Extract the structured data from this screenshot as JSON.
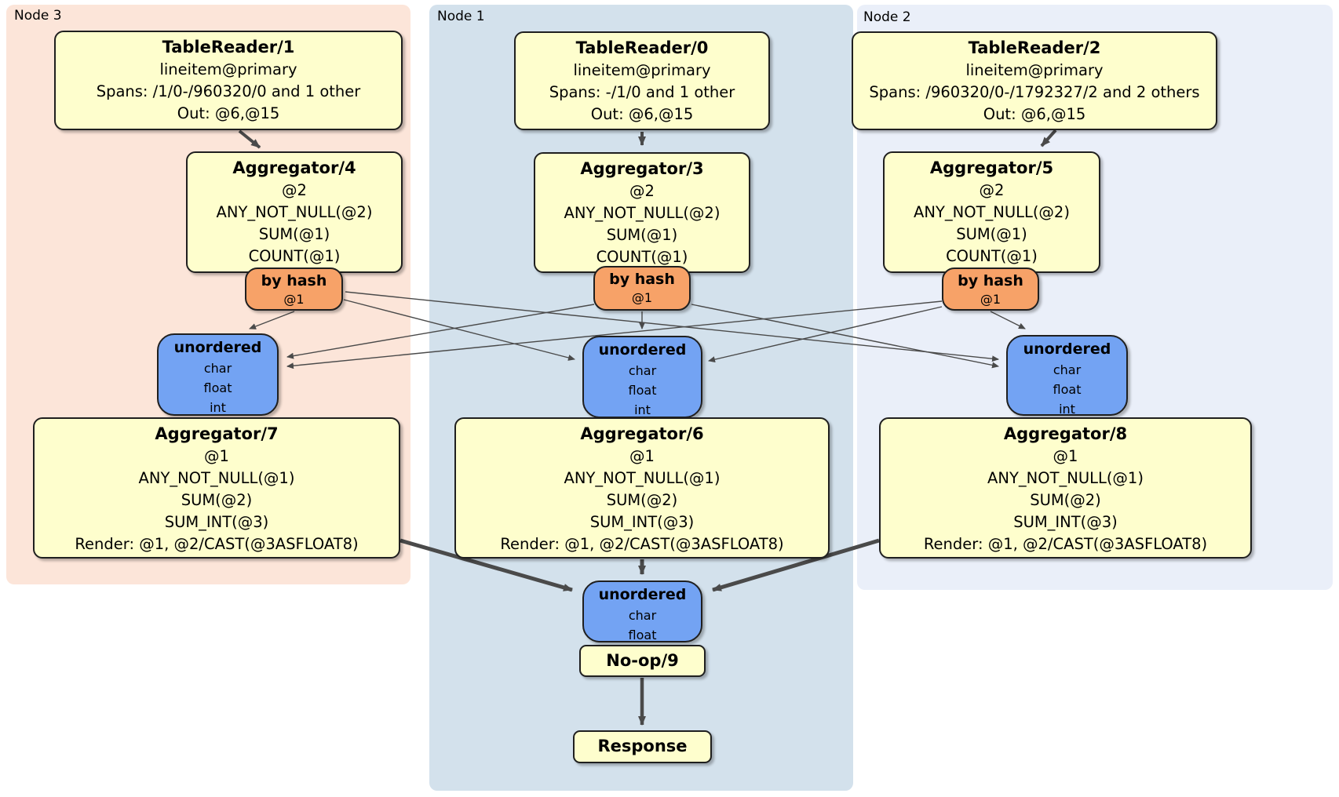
{
  "regions": {
    "node3": {
      "label": "Node 3"
    },
    "node1": {
      "label": "Node 1"
    },
    "node2": {
      "label": "Node 2"
    }
  },
  "processors": {
    "tablereader1": {
      "title": "TableReader/1",
      "rows": [
        "lineitem@primary",
        "Spans: /1/0-/960320/0 and 1 other",
        "Out: @6,@15"
      ]
    },
    "tablereader0": {
      "title": "TableReader/0",
      "rows": [
        "lineitem@primary",
        "Spans: -/1/0 and 1 other",
        "Out: @6,@15"
      ]
    },
    "tablereader2": {
      "title": "TableReader/2",
      "rows": [
        "lineitem@primary",
        "Spans: /960320/0-/1792327/2 and 2 others",
        "Out: @6,@15"
      ]
    },
    "aggregator4": {
      "title": "Aggregator/4",
      "rows": [
        "@2",
        "ANY_NOT_NULL(@2)",
        "SUM(@1)",
        "COUNT(@1)"
      ]
    },
    "aggregator3": {
      "title": "Aggregator/3",
      "rows": [
        "@2",
        "ANY_NOT_NULL(@2)",
        "SUM(@1)",
        "COUNT(@1)"
      ]
    },
    "aggregator5": {
      "title": "Aggregator/5",
      "rows": [
        "@2",
        "ANY_NOT_NULL(@2)",
        "SUM(@1)",
        "COUNT(@1)"
      ]
    },
    "aggregator7": {
      "title": "Aggregator/7",
      "rows": [
        "@1",
        "ANY_NOT_NULL(@1)",
        "SUM(@2)",
        "SUM_INT(@3)",
        "Render: @1, @2/CAST(@3ASFLOAT8)"
      ]
    },
    "aggregator6": {
      "title": "Aggregator/6",
      "rows": [
        "@1",
        "ANY_NOT_NULL(@1)",
        "SUM(@2)",
        "SUM_INT(@3)",
        "Render: @1, @2/CAST(@3ASFLOAT8)"
      ]
    },
    "aggregator8": {
      "title": "Aggregator/8",
      "rows": [
        "@1",
        "ANY_NOT_NULL(@1)",
        "SUM(@2)",
        "SUM_INT(@3)",
        "Render: @1, @2/CAST(@3ASFLOAT8)"
      ]
    },
    "noop9": {
      "title": "No-op/9"
    },
    "response": {
      "title": "Response"
    }
  },
  "routers": {
    "hash_node3": {
      "title": "by hash",
      "detail": "@1"
    },
    "hash_node1": {
      "title": "by hash",
      "detail": "@1"
    },
    "hash_node2": {
      "title": "by hash",
      "detail": "@1"
    }
  },
  "synchronizers": {
    "unordered_node3": {
      "title": "unordered",
      "rows": [
        "char",
        "float",
        "int"
      ]
    },
    "unordered_node1": {
      "title": "unordered",
      "rows": [
        "char",
        "float",
        "int"
      ]
    },
    "unordered_node2": {
      "title": "unordered",
      "rows": [
        "char",
        "float",
        "int"
      ]
    },
    "unordered_final": {
      "title": "unordered",
      "rows": [
        "char",
        "float"
      ]
    }
  },
  "colors": {
    "processor_fill": "#fefecd",
    "router_fill": "#f7a268",
    "synchronizer_fill": "#73a3f3",
    "node3_region_fill": "#fce5d9",
    "node1_region_fill": "#d3e1ec",
    "node2_region_fill": "#eaeff9",
    "edge_color": "#4a4a4a",
    "border_color": "#1f1f1f"
  }
}
